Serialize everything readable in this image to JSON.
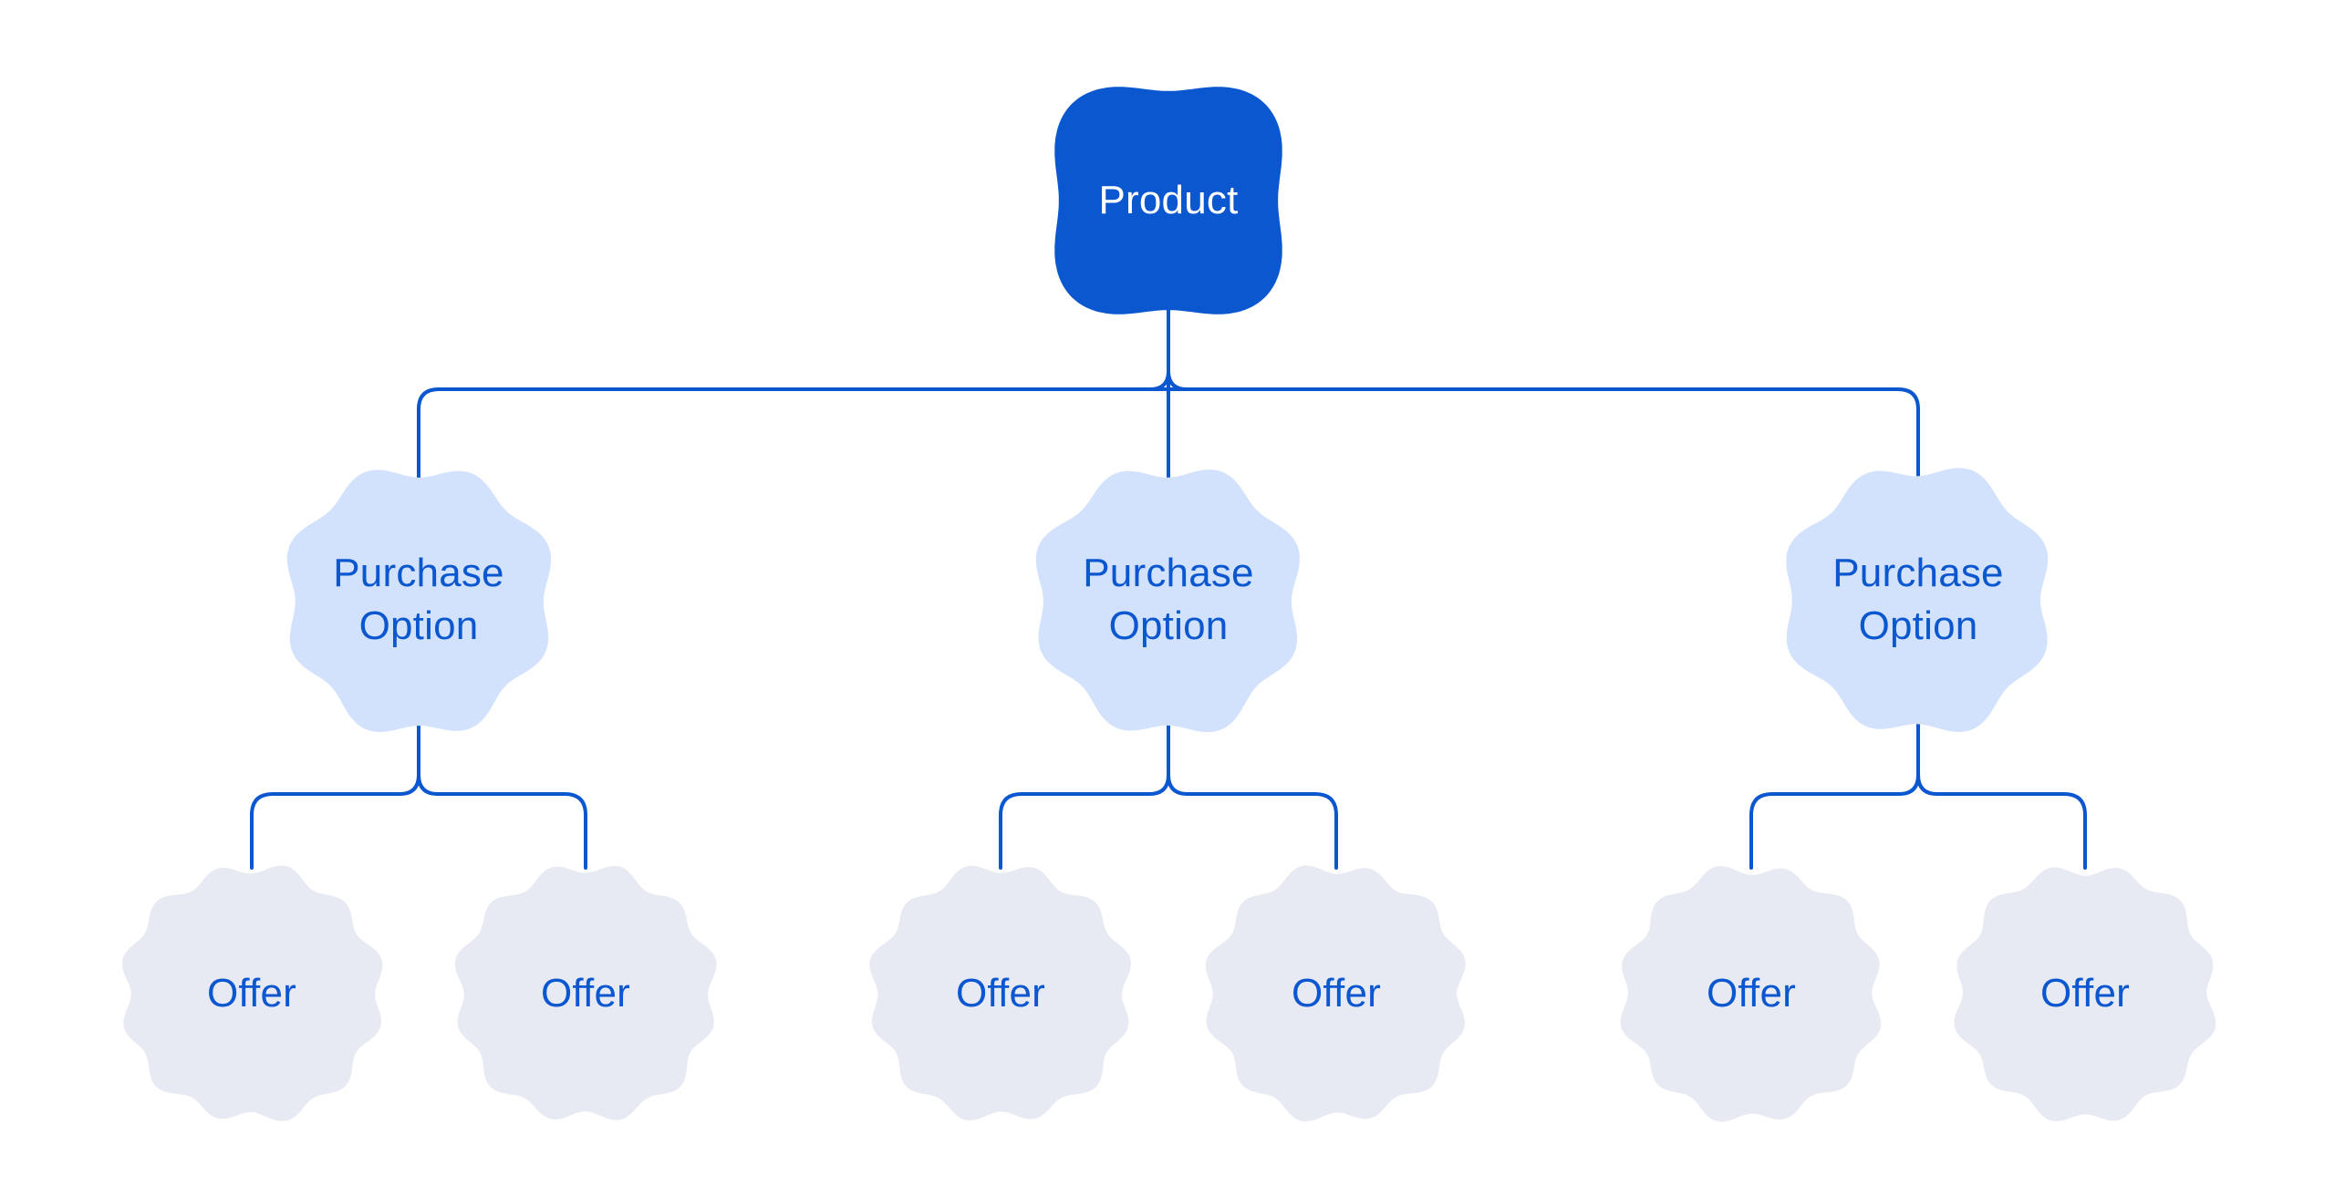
{
  "diagram": {
    "background": "#FFFFFF",
    "colors": {
      "product_fill": "#0B57D0",
      "product_text": "#FFFFFF",
      "purchase_option_fill": "#D3E2FC",
      "offer_fill": "#E8EAF3",
      "node_text": "#0B57D0",
      "connector": "#0B57D0"
    },
    "root": {
      "label": "Product"
    },
    "purchase_options": [
      {
        "label": "Purchase Option",
        "offers": [
          {
            "label": "Offer"
          },
          {
            "label": "Offer"
          }
        ]
      },
      {
        "label": "Purchase Option",
        "offers": [
          {
            "label": "Offer"
          },
          {
            "label": "Offer"
          }
        ]
      },
      {
        "label": "Purchase Option",
        "offers": [
          {
            "label": "Offer"
          },
          {
            "label": "Offer"
          }
        ]
      }
    ]
  }
}
